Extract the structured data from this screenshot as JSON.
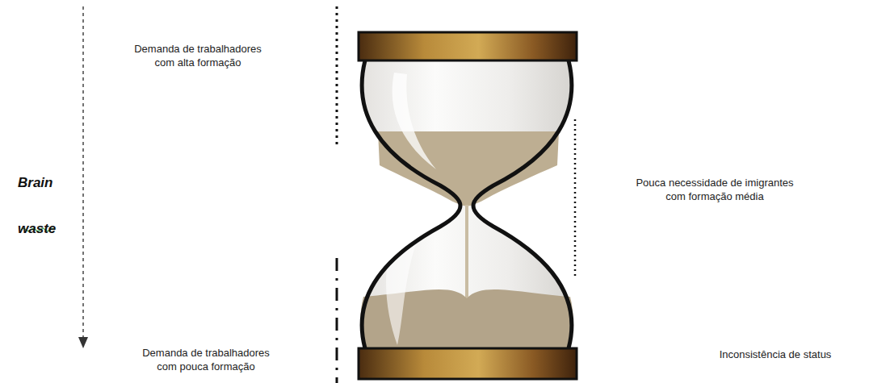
{
  "diagram": {
    "labels": [
      "Demanda de trabalhadores com alta formação",
      "Brain waste",
      "Pouca necessidade de imigrantes com formação média",
      "Demanda de trabalhadores com pouca formação",
      "Inconsistência de status"
    ]
  }
}
